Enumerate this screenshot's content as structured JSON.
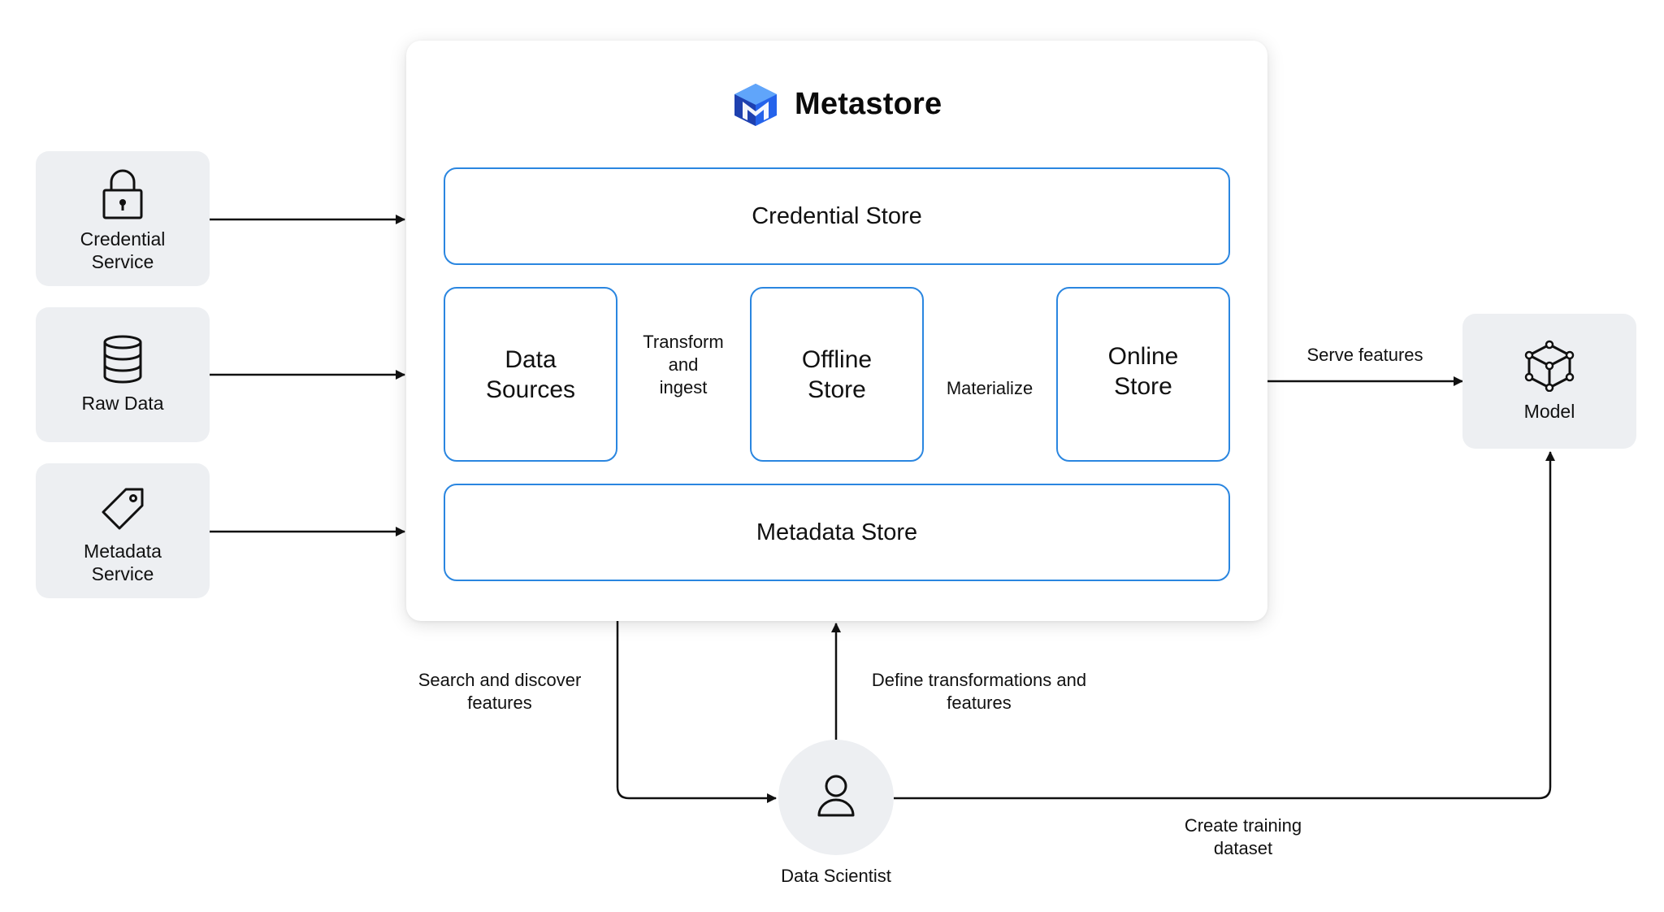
{
  "brand": {
    "name": "Metastore",
    "logo_icon": "metastore-logo-icon",
    "logo_colors": [
      "#1a4fd6",
      "#3b82f6",
      "#60a5fa"
    ]
  },
  "left_sources": [
    {
      "id": "credential-service",
      "label_lines": [
        "Credential",
        "Service"
      ],
      "icon": "lock-icon"
    },
    {
      "id": "raw-data",
      "label_lines": [
        "Raw Data"
      ],
      "icon": "database-icon"
    },
    {
      "id": "metadata-service",
      "label_lines": [
        "Metadata",
        "Service"
      ],
      "icon": "tag-icon"
    }
  ],
  "stores": {
    "credential_store": "Credential Store",
    "data_sources": [
      "Data",
      "Sources"
    ],
    "offline_store": [
      "Offline",
      "Store"
    ],
    "online_store": [
      "Online",
      "Store"
    ],
    "metadata_store": "Metadata Store"
  },
  "edges": {
    "transform": [
      "Transform",
      "and",
      "ingest"
    ],
    "materialize": "Materialize",
    "serve": "Serve features",
    "search": [
      "Search and discover",
      "features"
    ],
    "define": [
      "Define transformations and",
      "features"
    ],
    "training": [
      "Create training",
      "dataset"
    ]
  },
  "model": {
    "label": "Model",
    "icon": "cube-network-icon"
  },
  "data_scientist": {
    "label": "Data Scientist",
    "icon": "person-icon"
  },
  "colors": {
    "accent_border": "#2a86e0",
    "node_fill": "#edeff2",
    "line": "#111111"
  }
}
